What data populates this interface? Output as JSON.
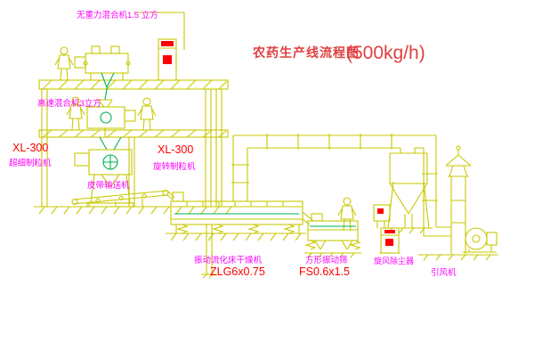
{
  "title": {
    "name": "农药生产线流程图",
    "capacity": "(500kg/h)"
  },
  "equipment": {
    "mixer_top": {
      "label": "无重力混合机1.5 立方"
    },
    "mixer_mid": {
      "label": "高速混合机3立方"
    },
    "granulator_left": {
      "model": "XL-300",
      "name": "超细制粒机"
    },
    "granulator_right": {
      "model": "XL-300",
      "name": "旋转制粒机"
    },
    "belt_conveyor": {
      "label": "皮带输送机"
    },
    "dryer": {
      "label": "振动流化床干燥机",
      "model": "ZLG6x0.75"
    },
    "screen": {
      "label": "方形振动筛",
      "model": "FS0.6x1.5"
    },
    "cyclone": {
      "label": "旋风除尘器"
    },
    "fan": {
      "label": "引风机"
    }
  },
  "colors": {
    "line": "#c8c800",
    "green": "#00b050",
    "magenta": "#ff00ff",
    "red": "#ff0000",
    "titlered": "#e04040",
    "background": "#ffffff"
  }
}
